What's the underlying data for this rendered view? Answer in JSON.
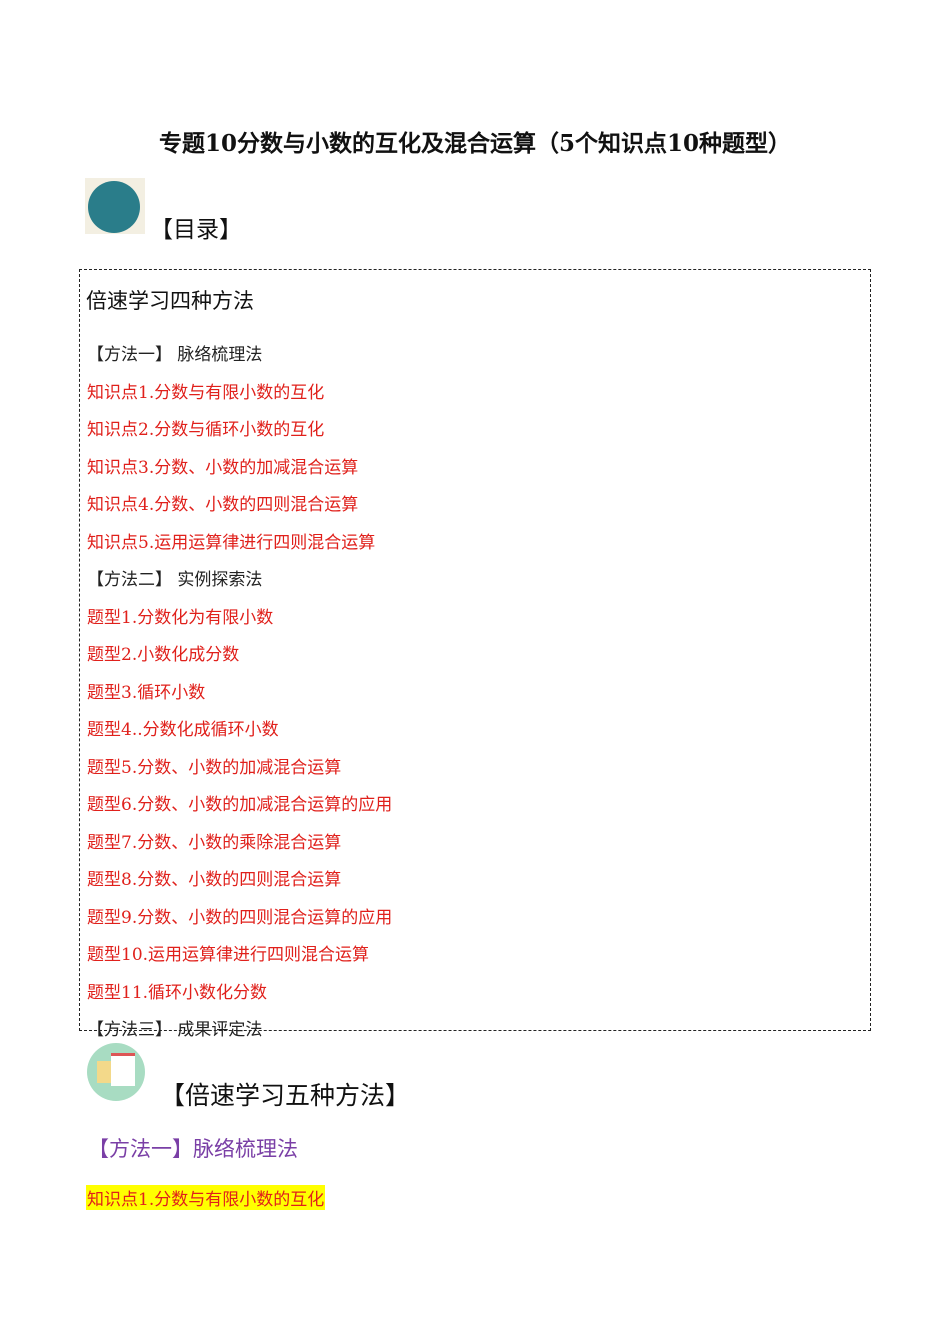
{
  "title": "专题10分数与小数的互化及混合运算（5个知识点10种题型）",
  "toc_heading": "【目录】",
  "toc": {
    "box_title": "倍速学习四种方法",
    "method1": "【方法一】 脉络梳理法",
    "knowledge": [
      "知识点1.分数与有限小数的互化",
      "知识点2.分数与循环小数的互化",
      "知识点3.分数、小数的加减混合运算",
      "知识点4.分数、小数的四则混合运算",
      "知识点5.运用运算律进行四则混合运算"
    ],
    "method2": "【方法二】 实例探索法",
    "types": [
      "题型1.分数化为有限小数",
      "题型2.小数化成分数",
      "题型3.循环小数",
      "题型4..分数化成循环小数",
      "题型5.分数、小数的加减混合运算",
      "题型6.分数、小数的加减混合运算的应用",
      "题型7.分数、小数的乘除混合运算",
      "题型8.分数、小数的四则混合运算",
      "题型9.分数、小数的四则混合运算的应用",
      "题型10.运用运算律进行四则混合运算",
      "题型11.循环小数化分数"
    ],
    "method3": "【方法三】 成果评定法"
  },
  "section_heading": "【倍速学习五种方法】",
  "section_method1": "【方法一】脉络梳理法",
  "highlight_item": "知识点1.分数与有限小数的互化",
  "colors": {
    "link": "#e0201b",
    "method": "#7a3fa6",
    "highlight": "#ffff00"
  }
}
